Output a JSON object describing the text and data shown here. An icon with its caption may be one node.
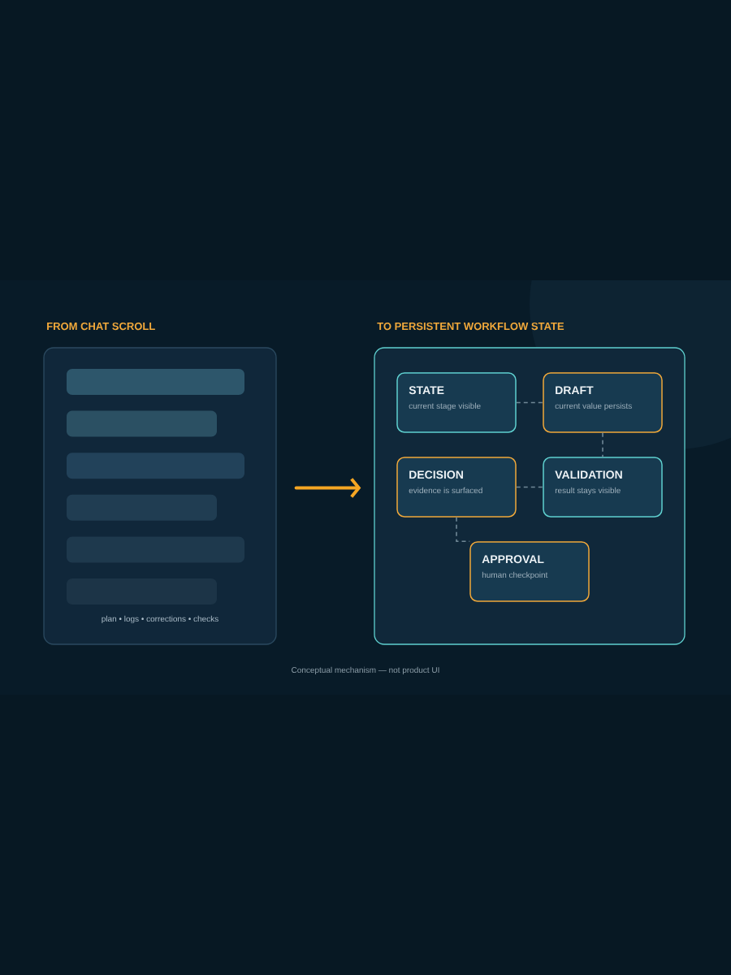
{
  "diagram": {
    "caption": "Conceptual mechanism — not product UI",
    "nodes": [
      {
        "text": [
          "FROM CHAT SCROLL",
          "plan • logs • corrections • checks"
        ]
      },
      {
        "text": [],
        "shape": "bar",
        "in": 0
      },
      {
        "text": [],
        "shape": "bar",
        "in": 0
      },
      {
        "text": [],
        "shape": "bar",
        "in": 0
      },
      {
        "text": [],
        "shape": "bar",
        "in": 0
      },
      {
        "text": [],
        "shape": "bar",
        "in": 0
      },
      {
        "text": [],
        "shape": "bar",
        "in": 0
      },
      {
        "text": [
          "TO PERSISTENT WORKFLOW STATE"
        ]
      },
      {
        "text": [
          "STATE",
          "current stage visible"
        ],
        "in": 7
      },
      {
        "text": [
          "DRAFT",
          "current value persists"
        ],
        "in": 7
      },
      {
        "text": [
          "DECISION",
          "evidence is surfaced"
        ],
        "in": 7
      },
      {
        "text": [
          "VALIDATION",
          "result stays visible"
        ],
        "in": 7
      },
      {
        "text": [
          "APPROVAL",
          "human checkpoint"
        ],
        "in": 7
      }
    ],
    "edges": [
      {
        "from": 0,
        "to": 7,
        "arrow": "to",
        "style": "thick",
        "color": "#f5a623"
      },
      {
        "from": 8,
        "to": 9,
        "arrow": "none",
        "style": "dashed"
      },
      {
        "from": 9,
        "to": 11,
        "arrow": "none",
        "style": "dashed"
      },
      {
        "from": 10,
        "to": 11,
        "arrow": "none",
        "style": "dashed"
      },
      {
        "from": 10,
        "to": 12,
        "arrow": "none",
        "style": "dashed"
      }
    ]
  }
}
